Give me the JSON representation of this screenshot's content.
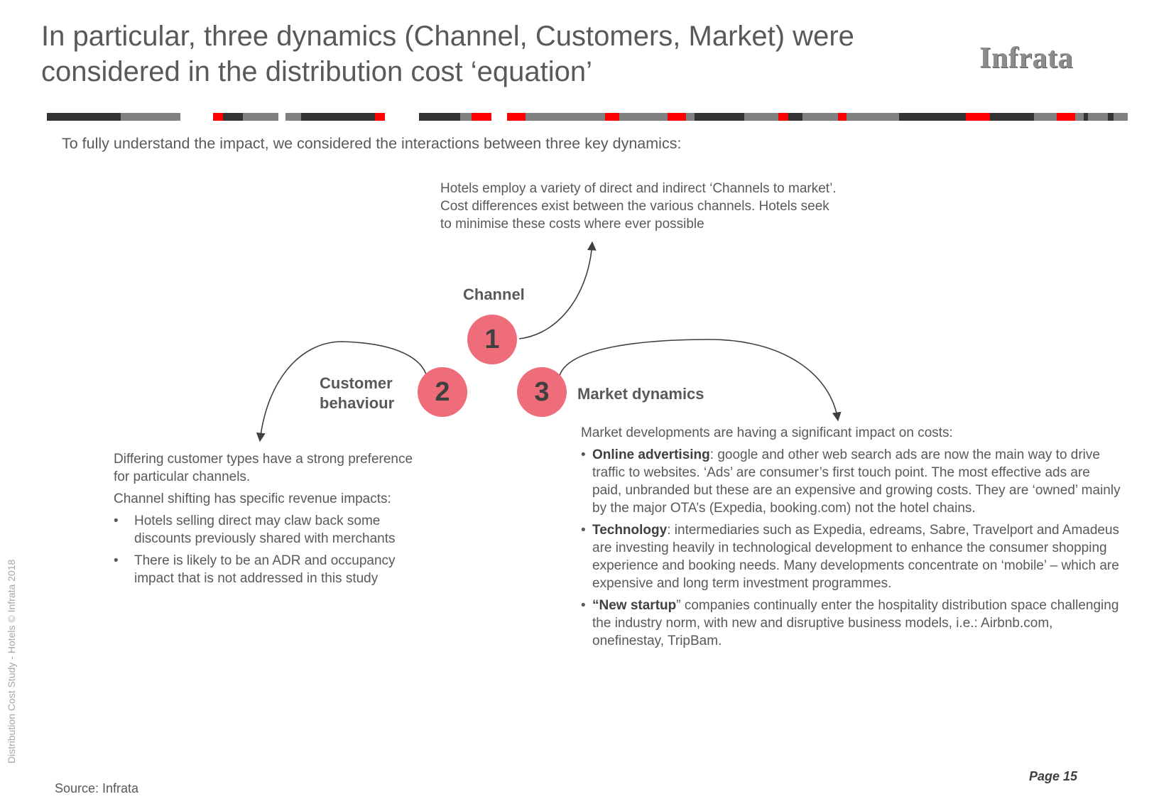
{
  "header": {
    "title_line1": "In particular, three dynamics (Channel, Customers, Market) were",
    "title_line2": "considered in the distribution cost ‘equation’",
    "logo": "Infrata"
  },
  "intro": "To fully understand the impact, we considered the interactions between three key dynamics:",
  "colors": {
    "accent_red": "#ff0000",
    "circle": "#ef6c7a",
    "dark": "#333333",
    "grey": "#808080"
  },
  "nodes": [
    {
      "number": "1",
      "label": "Channel"
    },
    {
      "number": "2",
      "label_line1": "Customer",
      "label_line2": "behaviour"
    },
    {
      "number": "3",
      "label": "Market dynamics"
    }
  ],
  "channel_desc": {
    "line1": "Hotels employ a variety of direct and indirect ‘Channels to market’.",
    "line2": "Cost differences exist between the various channels. Hotels seek",
    "line3": "to minimise these costs where ever possible"
  },
  "customer_desc": {
    "para1": "Differing customer types have a strong preference for particular channels.",
    "para2": "Channel shifting has specific revenue impacts:",
    "bullets": [
      "Hotels selling direct may claw back some discounts previously shared with merchants",
      "There is likely to be an ADR and occupancy impact that is not addressed in this study"
    ]
  },
  "market_desc": {
    "lead": "Market developments are having a significant impact on costs:",
    "bullets": [
      {
        "bold": "Online advertising",
        "text": ": google and other web search ads are now the main way to drive traffic to websites.  ‘Ads’ are consumer’s first touch point. The most effective ads are paid, unbranded but these are an expensive and growing costs.  They are ‘owned’ mainly by the major OTA’s (Expedia, booking.com) not the hotel chains."
      },
      {
        "bold": "Technology",
        "text": ": intermediaries such as Expedia, edreams, Sabre, Travelport and Amadeus are investing heavily in technological development to enhance the consumer shopping experience and booking needs. Many developments concentrate on ‘mobile’ – which are expensive and long term investment programmes."
      },
      {
        "bold": "“New startup",
        "text": "” companies continually enter the hospitality distribution space challenging the industry norm, with new and disruptive business models, i.e.: Airbnb.com, onefinestay, TripBam."
      }
    ]
  },
  "footer": {
    "side_text": "Distribution Cost Study -  Hotels © Infrata 2018",
    "page": "Page 15",
    "source": "Source: Infrata"
  }
}
